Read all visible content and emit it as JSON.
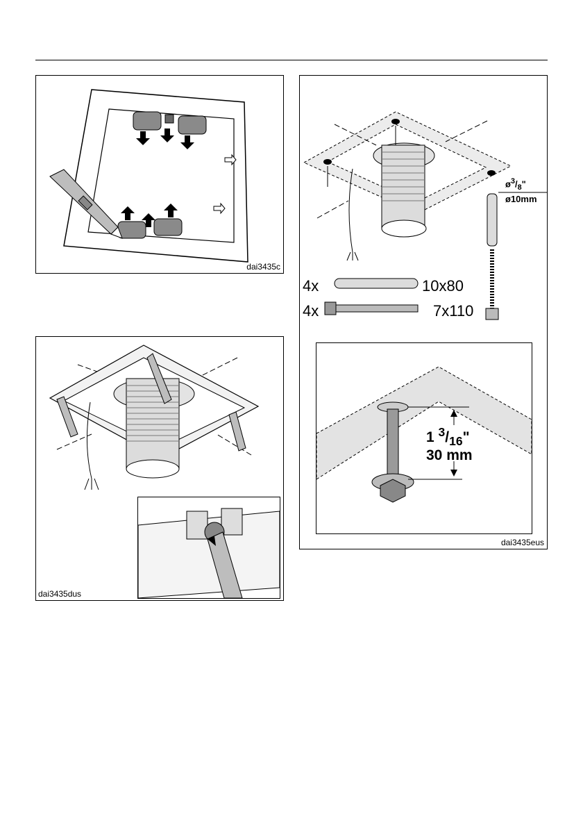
{
  "figures": {
    "fig_a": {
      "code": "dai3435c"
    },
    "fig_b": {
      "code": "dai3435dus"
    },
    "fig_c": {
      "code": "dai3435eus",
      "hole_diameter_in_num": "3",
      "hole_diameter_in_den": "8",
      "hole_diameter_in_prefix": "ø",
      "hole_diameter_in_suffix": "\"",
      "hole_diameter_mm": "ø10mm",
      "anchor_qty": "4x",
      "anchor_size": "10x80",
      "screw_qty": "4x",
      "screw_size": "7x110",
      "gap_in_whole": "1",
      "gap_in_num": "3",
      "gap_in_den": "16",
      "gap_in_suffix": "\"",
      "gap_mm": "30 mm"
    }
  },
  "colors": {
    "line": "#000000",
    "shade": "#e3e3e3",
    "dark_part": "#8a8a8a",
    "tool": "#bdbdbd"
  }
}
